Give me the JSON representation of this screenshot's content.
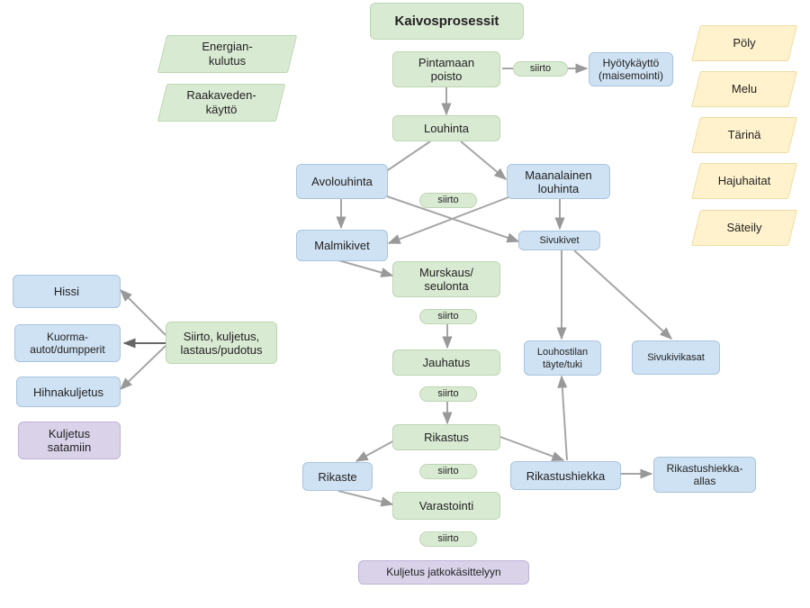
{
  "title": "Kaivosprosessit",
  "inputs": [
    "Energian-\nkulutus",
    "Raakaveden-\nkäyttö"
  ],
  "impacts": [
    "Pöly",
    "Melu",
    "Tärinä",
    "Hajuhaitat",
    "Säteily"
  ],
  "nodes": {
    "pintamaan_poisto": "Pintamaan\npoisto",
    "hyotykaytto": "Hyötykäyttö\n(maisemointi)",
    "louhinta": "Louhinta",
    "avolouhinta": "Avolouhinta",
    "maanalainen": "Maanalainen\nlouhinta",
    "malmikivet": "Malmikivet",
    "sivukivet": "Sivukivet",
    "murskaus": "Murskaus/\nseulonta",
    "jauhatus": "Jauhatus",
    "rikastus": "Rikastus",
    "rikaste": "Rikaste",
    "varastointi": "Varastointi",
    "louhostila": "Louhostilan\ntäyte/tuki",
    "sivukivikasat": "Sivukivikasat",
    "rikastushiekka": "Rikastushiekka",
    "rikastushiekka_allas": "Rikastushiekka-\nallas",
    "kuljetus_jatko": "Kuljetus jatkokäsittelyyn",
    "siirto_kuljetus": "Siirto, kuljetus,\nlastaus/pudotus",
    "hissi": "Hissi",
    "kuorma_autot": "Kuorma-\nautot/dumpperit",
    "hihnakuljetus": "Hihnakuljetus",
    "kuljetus_satamiin": "Kuljetus\nsatamiin"
  },
  "transfer_label": "siirto"
}
